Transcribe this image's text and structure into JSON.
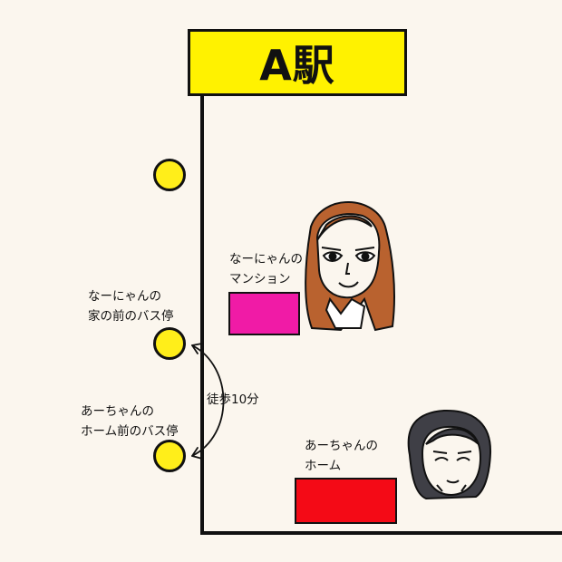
{
  "station": {
    "name": "A駅"
  },
  "labels": {
    "nanyan_mansion_line1": "なーにゃんの",
    "nanyan_mansion_line2": "マンション",
    "nanyan_busstop_line1": "なーにゃんの",
    "nanyan_busstop_line2": "家の前のバス停",
    "ah_busstop_line1": "あーちゃんの",
    "ah_busstop_line2": "ホーム前のバス停",
    "ah_home_line1": "あーちゃんの",
    "ah_home_line2": "ホーム",
    "walk_time": "徒歩10分"
  },
  "colors": {
    "background": "#fbf6ee",
    "sign": "#fff200",
    "bus_stop": "#ffee1a",
    "mansion": "#f01ba6",
    "home": "#f40a16"
  }
}
